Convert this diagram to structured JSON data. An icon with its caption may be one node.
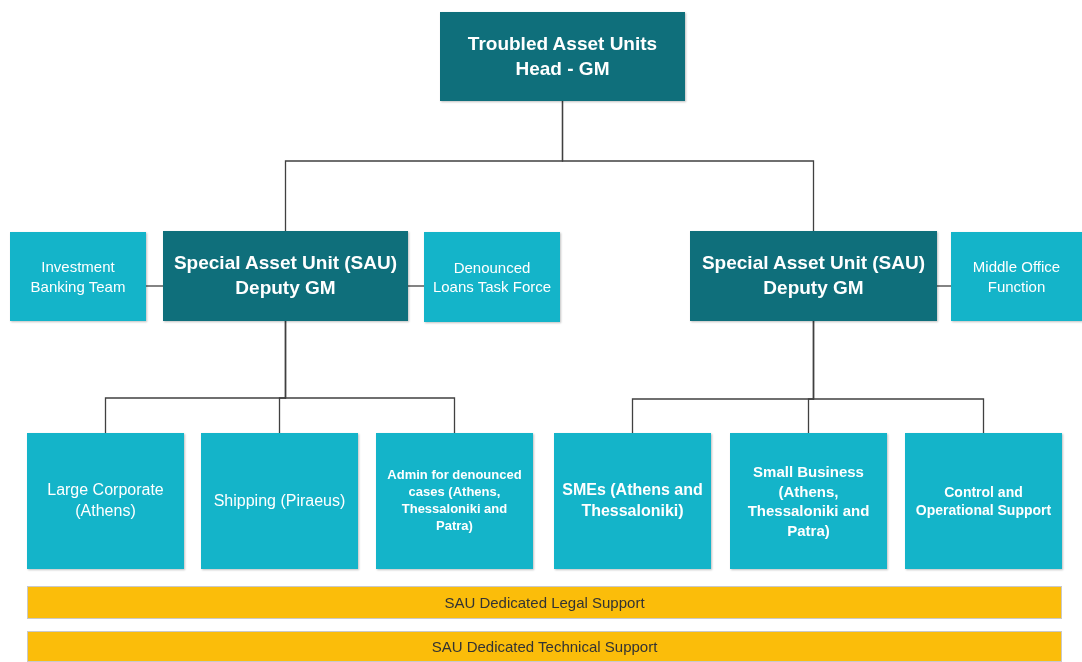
{
  "diagram": {
    "nodes": [
      {
        "text": [
          "Troubled Asset Units Head - GM"
        ]
      },
      {
        "text": [
          "Investment Banking Team"
        ]
      },
      {
        "text": [
          "Special Asset Unit (SAU) Deputy GM"
        ]
      },
      {
        "text": [
          "Denounced Loans Task Force"
        ]
      },
      {
        "text": [
          "Special Asset Unit (SAU) Deputy GM"
        ]
      },
      {
        "text": [
          "Middle Office Function"
        ]
      },
      {
        "text": [
          "Large Corporate (Athens)"
        ]
      },
      {
        "text": [
          "Shipping (Piraeus)"
        ]
      },
      {
        "text": [
          "Admin for denounced cases (Athens, Thessaloniki and Patra)"
        ]
      },
      {
        "text": [
          "SMEs (Athens and Thessaloniki)"
        ]
      },
      {
        "text": [
          "Small Business (Athens, Thessaloniki and Patra)"
        ]
      },
      {
        "text": [
          "Control and Operational Support"
        ]
      },
      {
        "text": [
          "SAU Dedicated Legal Support"
        ]
      },
      {
        "text": [
          "SAU Dedicated Technical Support"
        ]
      }
    ],
    "edges": [
      {
        "from": 0,
        "to": 2,
        "arrow": "none"
      },
      {
        "from": 0,
        "to": 4,
        "arrow": "none"
      },
      {
        "from": 2,
        "to": 1,
        "arrow": "none"
      },
      {
        "from": 2,
        "to": 3,
        "arrow": "none"
      },
      {
        "from": 4,
        "to": 5,
        "arrow": "none"
      },
      {
        "from": 2,
        "to": 6,
        "arrow": "none"
      },
      {
        "from": 2,
        "to": 7,
        "arrow": "none"
      },
      {
        "from": 2,
        "to": 8,
        "arrow": "none"
      },
      {
        "from": 4,
        "to": 9,
        "arrow": "none"
      },
      {
        "from": 4,
        "to": 10,
        "arrow": "none"
      },
      {
        "from": 4,
        "to": 11,
        "arrow": "none"
      }
    ]
  }
}
